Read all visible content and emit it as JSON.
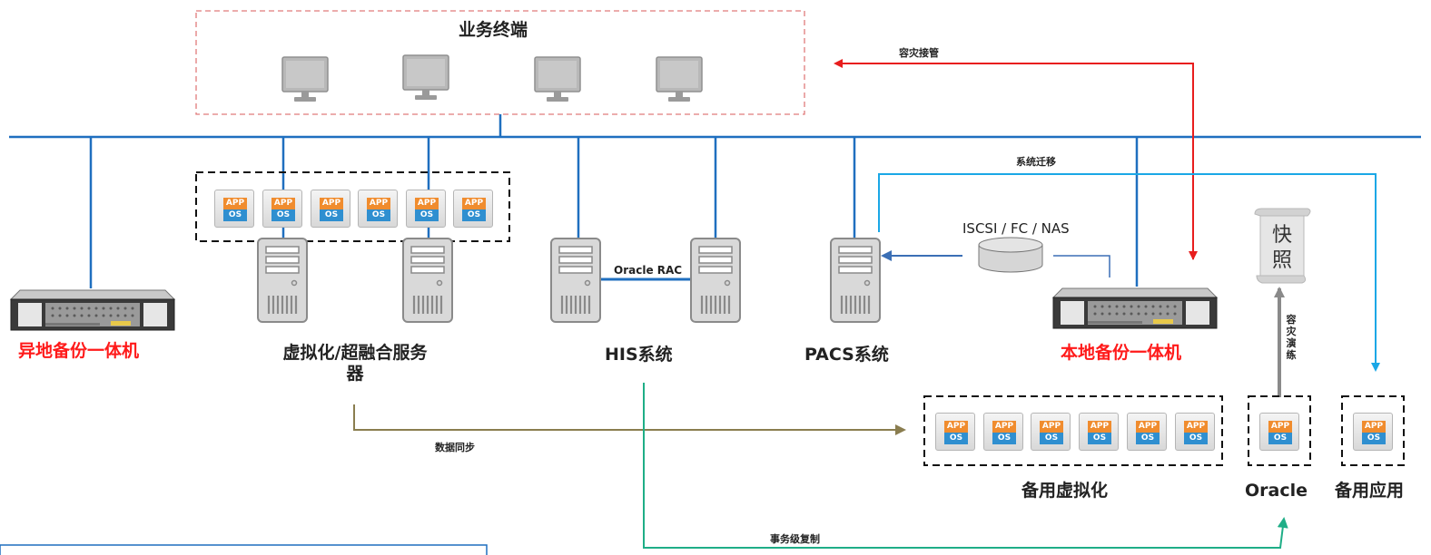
{
  "terminals": {
    "title": "业务终端"
  },
  "nodes": {
    "offsite_backup": "异地备份一体机",
    "virtualization": "虚拟化/超融合服务器",
    "his": "HIS系统",
    "pacs": "PACS系统",
    "local_backup": "本地备份一体机",
    "standby_virtualization": "备用虚拟化",
    "oracle": "Oracle",
    "standby_app": "备用应用"
  },
  "links": {
    "oracle_rac": "Oracle RAC",
    "disaster_takeover": "容灾接管",
    "system_migration": "系统迁移",
    "storage_protocols": "ISCSI / FC / NAS",
    "data_sync": "数据同步",
    "transaction_replication": "事务级复制",
    "dr_drill": "容灾演练"
  },
  "snapshot": {
    "label_top": "快",
    "label_bottom": "照"
  },
  "vm_badge": {
    "app": "APP",
    "os": "OS"
  },
  "colors": {
    "network": "#1f6fbf",
    "takeover": "#e81d1d",
    "migration": "#1aa7e6",
    "sync": "#8a7d4f",
    "replication": "#1fae87",
    "terminal_box": "#e07b7b"
  }
}
